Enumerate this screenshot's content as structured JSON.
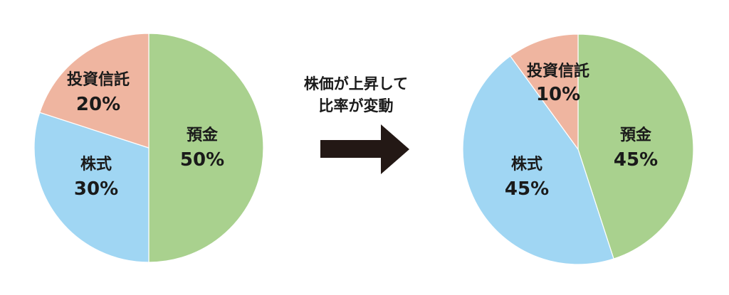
{
  "chart_data": [
    {
      "type": "pie",
      "title": "",
      "slices": [
        {
          "label": "預金",
          "value": 50,
          "value_label": "50%",
          "color": "#a9d18e"
        },
        {
          "label": "株式",
          "value": 30,
          "value_label": "30%",
          "color": "#a0d6f3"
        },
        {
          "label": "投資信託",
          "value": 20,
          "value_label": "20%",
          "color": "#efb5a0"
        }
      ]
    },
    {
      "type": "pie",
      "title": "",
      "slices": [
        {
          "label": "預金",
          "value": 45,
          "value_label": "45%",
          "color": "#a9d18e"
        },
        {
          "label": "株式",
          "value": 45,
          "value_label": "45%",
          "color": "#a0d6f3"
        },
        {
          "label": "投資信託",
          "value": 10,
          "value_label": "10%",
          "color": "#efb5a0"
        }
      ]
    }
  ],
  "annotation": {
    "line1": "株価が上昇して",
    "line2": "比率が変動",
    "arrow_color": "#231815"
  }
}
